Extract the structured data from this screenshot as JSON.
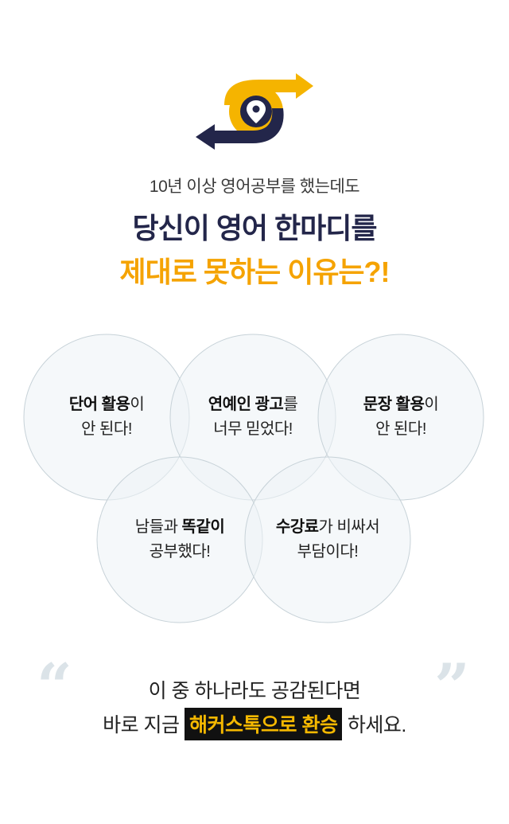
{
  "header": {
    "subtitle": "10년 이상 영어공부를 했는데도",
    "title_line1": "당신이 영어 한마디를",
    "title_line2": "제대로 못하는 이유는?!"
  },
  "colors": {
    "navy": "#23264a",
    "accent": "#f5a300",
    "circle_fill": "#edf3f6",
    "circle_stroke": "#c7d2d8"
  },
  "logo": {
    "icon": "location-pin-arrows-icon"
  },
  "reasons": [
    {
      "bold": "단어 활용",
      "rest": "이",
      "line2": "안 된다!"
    },
    {
      "bold": "연예인 광고",
      "rest": "를",
      "line2": "너무 믿었다!"
    },
    {
      "bold": "문장 활용",
      "rest": "이",
      "line2": "안 된다!"
    },
    {
      "pre": "남들과 ",
      "bold": "똑같이",
      "line2": "공부했다!"
    },
    {
      "bold": "수강료",
      "rest": "가 비싸서",
      "line2": "부담이다!"
    }
  ],
  "closing": {
    "line1": "이 중 하나라도 공감된다면",
    "line2_pre": "바로 지금 ",
    "line2_highlight": "해커스톡으로 환승",
    "line2_post": " 하세요.",
    "open_quote": "“",
    "close_quote": "”"
  }
}
